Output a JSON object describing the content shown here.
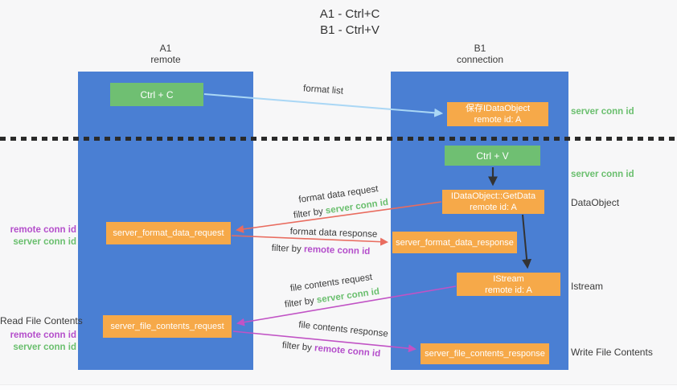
{
  "title": {
    "line1": "A1 - Ctrl+C",
    "line2": "B1 - Ctrl+V"
  },
  "columns": {
    "a1": {
      "name": "A1",
      "subtitle": "remote"
    },
    "b1": {
      "name": "B1",
      "subtitle": "connection"
    }
  },
  "nodes": {
    "ctrl_c": {
      "label": "Ctrl + C"
    },
    "save_idataobject": {
      "line1": "保存IDataObject",
      "line2": "remote id: A"
    },
    "ctrl_v": {
      "label": "Ctrl + V"
    },
    "getdata": {
      "line1": "IDataObject::GetData",
      "line2": "remote id: A"
    },
    "format_request": {
      "label": "server_format_data_request"
    },
    "format_response": {
      "label": "server_format_data_response"
    },
    "istream": {
      "line1": "IStream",
      "line2": "remote id: A"
    },
    "file_request": {
      "label": "server_file_contents_request"
    },
    "file_response": {
      "label": "server_file_contents_response"
    }
  },
  "edges": {
    "format_list": {
      "label": "format list"
    },
    "format_data_request": {
      "label": "format data request",
      "filter_prefix": "filter by",
      "filter_key": "server conn id"
    },
    "format_data_response": {
      "label": "format data response",
      "filter_prefix": "filter by",
      "filter_key": "remote conn id"
    },
    "file_contents_request": {
      "label": "file contents request",
      "filter_prefix": "filter by",
      "filter_key": "server conn id"
    },
    "file_contents_response": {
      "label": "file contents response",
      "filter_prefix": "filter by",
      "filter_key": "remote conn id"
    }
  },
  "side_labels": {
    "right_server_conn_top": "server conn id",
    "right_server_conn_mid": "server conn id",
    "right_dataobject": "DataObject",
    "right_istream": "Istream",
    "right_write_file": "Write File Contents",
    "left_remote_conn_top": "remote conn id",
    "left_server_conn_top": "server conn id",
    "left_read_file": "Read File Contents",
    "left_remote_conn_bottom": "remote conn id",
    "left_server_conn_bottom": "server conn id"
  },
  "colors": {
    "column_blue": "#4a7fd3",
    "box_orange": "#f6a949",
    "box_green": "#6fbf72",
    "arrow_red": "#e96c5f",
    "arrow_magenta": "#c153c5",
    "arrow_light_blue": "#aad7f5",
    "arrow_black": "#333333",
    "conn_id_green": "#6abf6e",
    "conn_id_purple": "#b44ecb"
  }
}
